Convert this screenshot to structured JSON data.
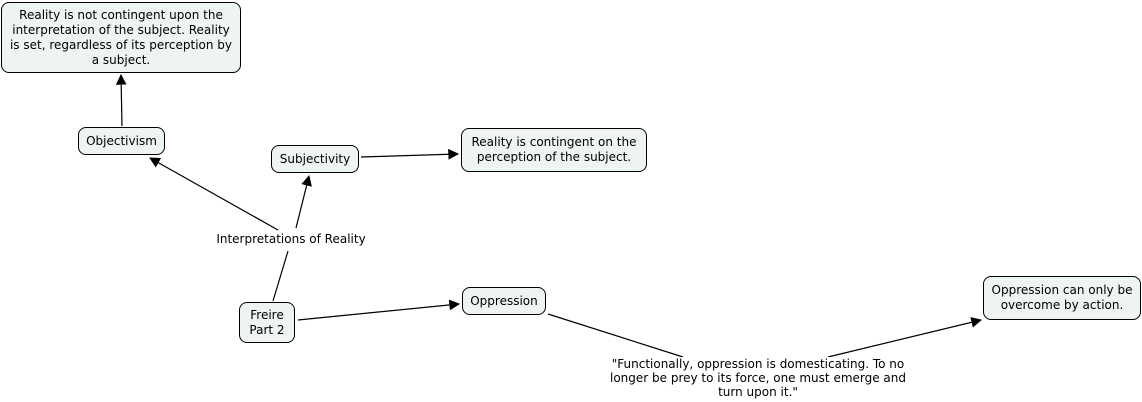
{
  "nodes": {
    "objectivism_def": "Reality is not contingent upon the interpretation of the subject. Reality is set, regardless of its perception by a subject.",
    "objectivism": "Objectivism",
    "subjectivity": "Subjectivity",
    "subjectivity_def": "Reality is contingent on the perception of the subject.",
    "freire": "Freire Part 2",
    "oppression": "Oppression",
    "oppression_action": "Oppression can only be overcome by action."
  },
  "links": {
    "interpretations": "Interpretations of Reality",
    "quote": "\"Functionally, oppression is domesticating. To no longer be prey to its force, one must emerge and turn upon it.\""
  }
}
